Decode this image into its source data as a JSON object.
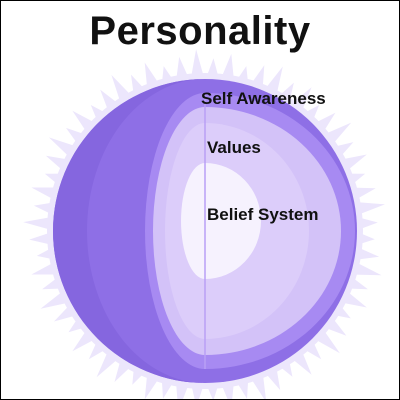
{
  "title": "Personality",
  "layers": [
    {
      "label": "Self Awareness",
      "color": "#e6dcfb"
    },
    {
      "label": "Values",
      "color": "#cdb9f6"
    },
    {
      "label": "Belief System",
      "color": "#f6f2fe"
    }
  ],
  "colors": {
    "sphere_outer": "#8e6fe6",
    "sphere_mid": "#9a7ded",
    "shell_rim": "#a78af2",
    "sun_glow": "#ece6fc",
    "border": "#000000"
  }
}
